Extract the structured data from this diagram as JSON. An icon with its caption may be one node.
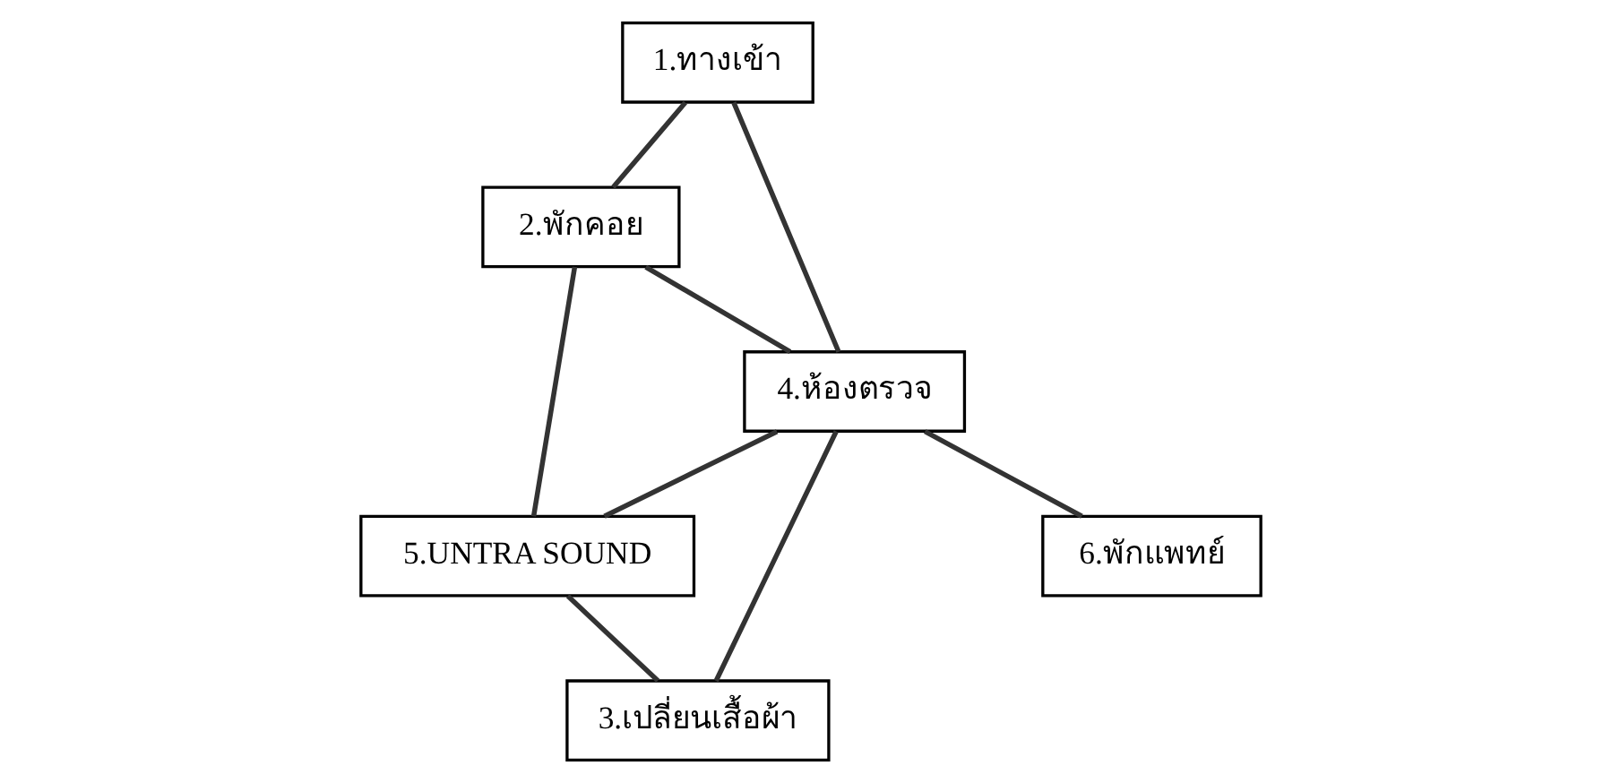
{
  "diagram": {
    "nodes": [
      {
        "text": [
          "1.ทางเข้า"
        ]
      },
      {
        "text": [
          "2.พักคอย"
        ]
      },
      {
        "text": [
          "4.ห้องตรวจ"
        ]
      },
      {
        "text": [
          "5.UNTRA SOUND"
        ]
      },
      {
        "text": [
          "3.เปลี่ยนเสื้อผ้า"
        ]
      },
      {
        "text": [
          "6.พักแพทย์"
        ]
      }
    ],
    "edges": [
      {
        "from": 0,
        "to": 1,
        "arrow": "none"
      },
      {
        "from": 0,
        "to": 2,
        "arrow": "none"
      },
      {
        "from": 1,
        "to": 2,
        "arrow": "none"
      },
      {
        "from": 1,
        "to": 3,
        "arrow": "none"
      },
      {
        "from": 2,
        "to": 3,
        "arrow": "none"
      },
      {
        "from": 3,
        "to": 4,
        "arrow": "none"
      },
      {
        "from": 2,
        "to": 4,
        "arrow": "none"
      },
      {
        "from": 2,
        "to": 5,
        "arrow": "none"
      }
    ]
  }
}
